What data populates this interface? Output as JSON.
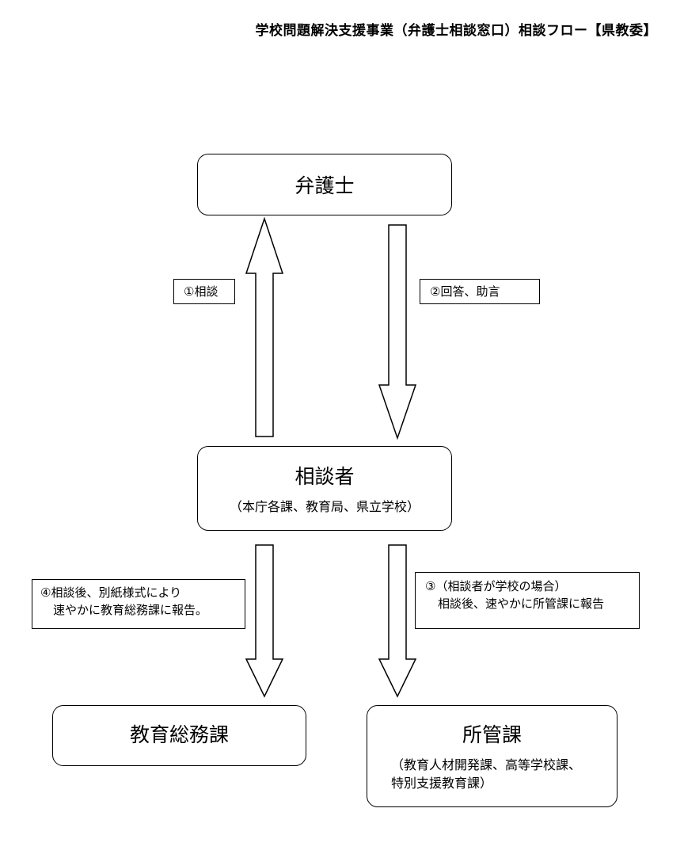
{
  "title": "学校問題解決支援事業（弁護士相談窓口）相談フロー【県教委】",
  "nodes": {
    "lawyer": {
      "label": "弁護士"
    },
    "consultant": {
      "label": "相談者",
      "sublabel": "（本庁各課、教育局、県立学校）"
    },
    "general_affairs": {
      "label": "教育総務課"
    },
    "department": {
      "label": "所管課",
      "sublabel_lines": [
        "（教育人材開発課、高等学校課、",
        "特別支援教育課）"
      ]
    }
  },
  "edges": {
    "step1": {
      "from": "consultant",
      "to": "lawyer",
      "label": "①相談"
    },
    "step2": {
      "from": "lawyer",
      "to": "consultant",
      "label": "②回答、助言"
    },
    "step3": {
      "from": "consultant",
      "to": "department",
      "label_lines": [
        "③（相談者が学校の場合）",
        "相談後、速やかに所管課に報告"
      ]
    },
    "step4": {
      "from": "consultant",
      "to": "general_affairs",
      "label_lines": [
        "④相談後、別紙様式により",
        "速やかに教育総務課に報告。"
      ]
    }
  }
}
